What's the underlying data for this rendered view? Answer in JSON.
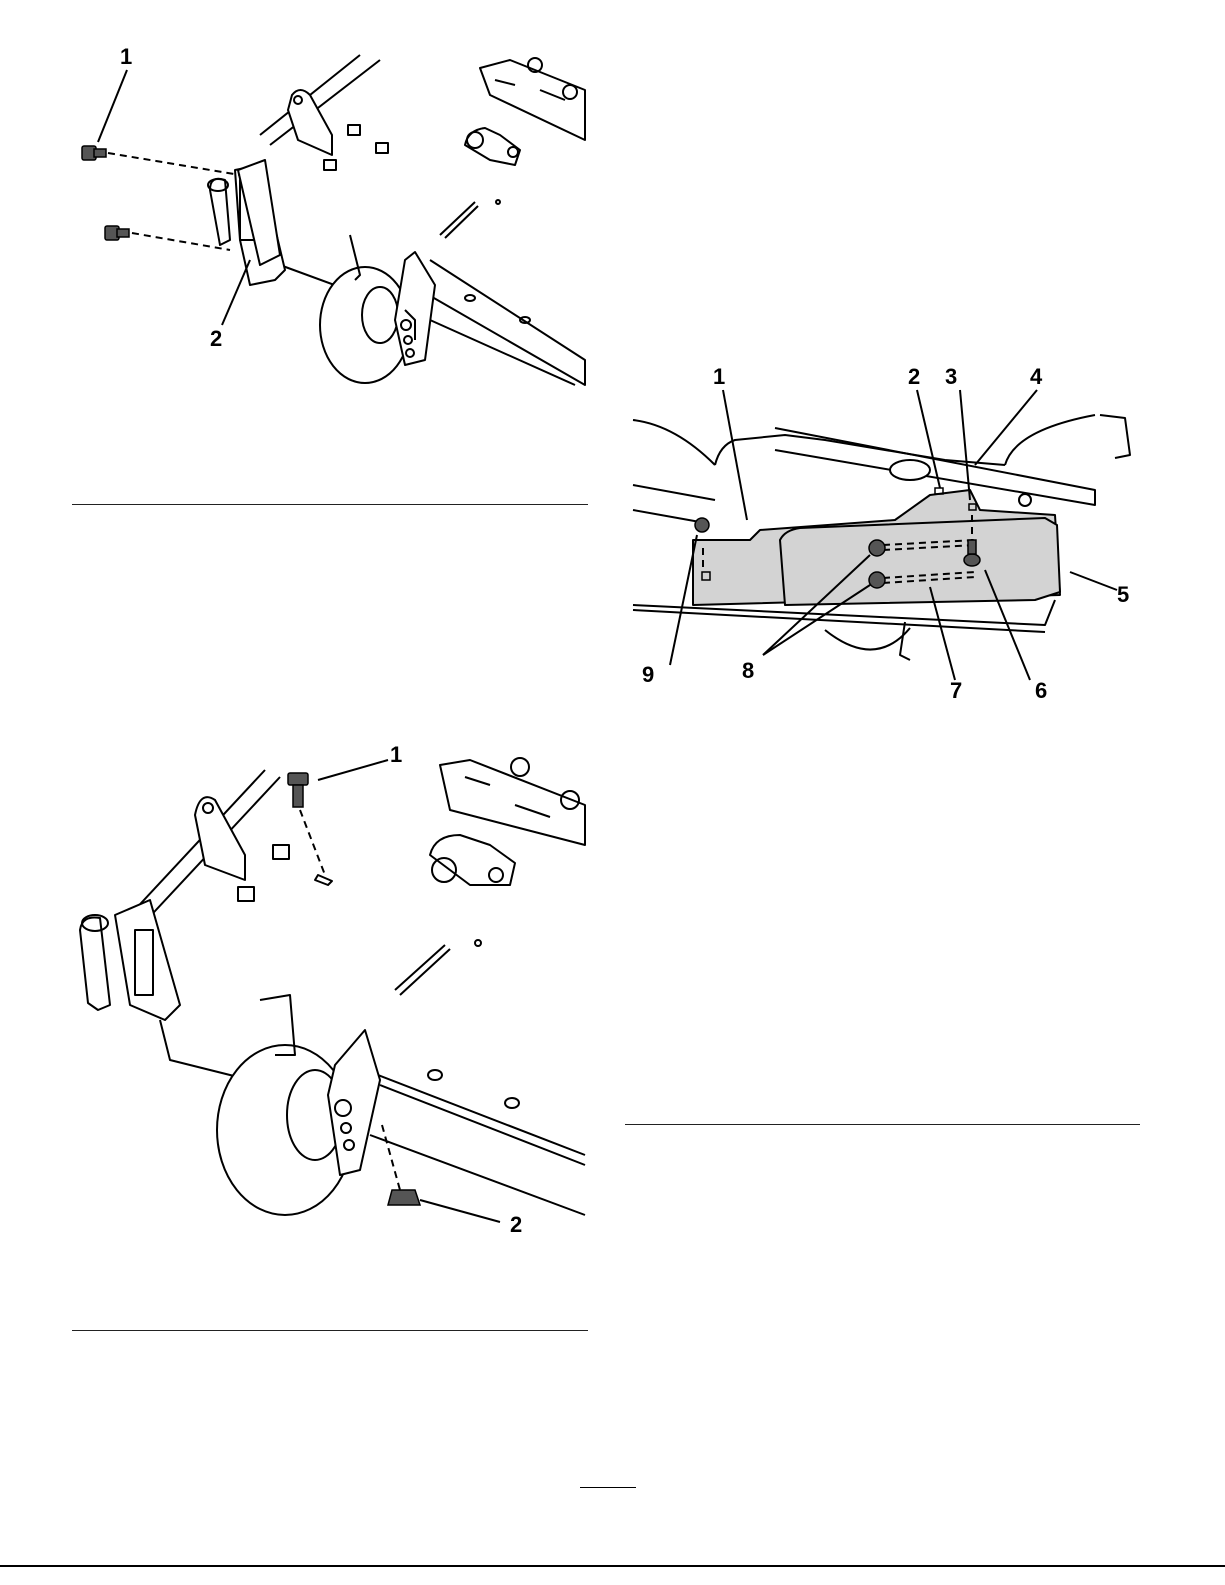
{
  "figure_a": {
    "callouts": [
      "1",
      "2"
    ]
  },
  "figure_b": {
    "callouts": [
      "1",
      "2",
      "3",
      "4",
      "5",
      "6",
      "7",
      "8",
      "9"
    ]
  },
  "figure_c": {
    "callouts": [
      "1",
      "2"
    ]
  },
  "colors": {
    "ink": "#000000",
    "shield_fill": "#d3d3d3",
    "fastener": "#555555"
  }
}
